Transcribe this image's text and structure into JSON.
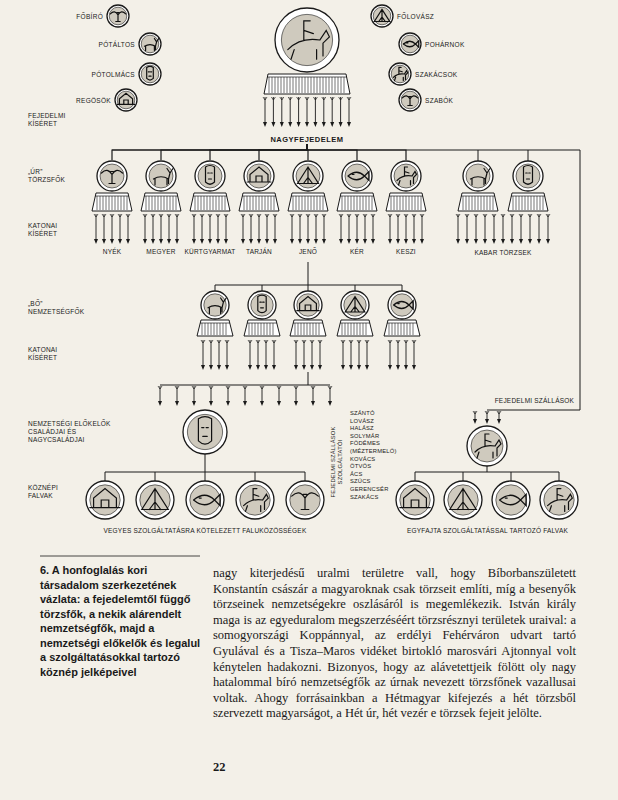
{
  "diagram": {
    "caption": "6. A honfoglalás kori társadalom szerkezetének vázlata: a fejedelemtől függő törzsfők, a nekik alárendelt nemzetségfők, majd a nemzetségi előkelők és legalul a szolgáltatásokkal tartozó köznép jelképeivel",
    "nodes": [
      {
        "text": [
          "NAGYFEJEDELEM"
        ]
      },
      {
        "text": [
          "FŐBÍRÓ"
        ]
      },
      {
        "text": [
          "PÓTÁLTOS"
        ]
      },
      {
        "text": [
          "PÓTOLMÁCS"
        ]
      },
      {
        "text": [
          "REGÖSÖK"
        ]
      },
      {
        "text": [
          "FŐLOVÁSZ"
        ]
      },
      {
        "text": [
          "POHÁRNOK"
        ]
      },
      {
        "text": [
          "SZAKÁCSOK"
        ]
      },
      {
        "text": [
          "SZABÓK"
        ]
      },
      {
        "text": [
          "NYÉK"
        ]
      },
      {
        "text": [
          "MEGYER"
        ]
      },
      {
        "text": [
          "KÜRTGYARMAT"
        ]
      },
      {
        "text": [
          "TARJÁN"
        ]
      },
      {
        "text": [
          "JENŐ"
        ]
      },
      {
        "text": [
          "KÉR"
        ]
      },
      {
        "text": [
          "KESZI"
        ]
      }
    ],
    "edges": [
      {
        "from": 0,
        "to": 9,
        "arrow": "none"
      },
      {
        "from": 0,
        "to": 10,
        "arrow": "none"
      },
      {
        "from": 0,
        "to": 11,
        "arrow": "none"
      },
      {
        "from": 0,
        "to": 12,
        "arrow": "none"
      },
      {
        "from": 0,
        "to": 13,
        "arrow": "none"
      },
      {
        "from": 0,
        "to": 14,
        "arrow": "none"
      },
      {
        "from": 0,
        "to": 15,
        "arrow": "none"
      }
    ],
    "labels": [
      "FEJEDELMI KÍSÉRET",
      "„ÚR” TÖRZSFŐK",
      "KATONAI KÍSÉRET",
      "KABAR TÖRZSEK",
      "„BŐ” NEMZETSÉGFŐK",
      "KATONAI KÍSÉRET",
      "NEMZETSÉGI ELŐKELŐK CSALÁDJAI ÉS NAGYCSALÁDJAI",
      "KÖZNÉPI FALVAK",
      "FEJEDELMI SZÁLLÁSOK",
      "FEJEDELMI SZÁLLÁSOK SZOLGÁLTATÓI",
      "SZÁNTÓ",
      "LOVÁSZ",
      "HALÁSZ",
      "SOLYMÁR",
      "FÖDÉMES",
      "(MÉZTERMELŐ)",
      "KOVÁCS",
      "ÖTVÖS",
      "ÁCS",
      "SZŰCS",
      "GERENCSÉR",
      "SZAKÁCS",
      "VEGYES SZOLGÁLTATÁSRA KÖTELEZETT FALUKÖZÖSSÉGEK",
      "EGYFAJTA SZOLGÁLTATÁSSAL TARTOZÓ FALVAK",
      "nagy kiterjedésű uralmi területre vall, hogy Bíborbanszületett Konstantín császár a magyaroknak csak törzseit említi, míg a besenyők törzseinek nemzetségekre oszlásáról is megemlékezik. István király maga is az egyeduralom megszerzéséért törzsrésznyi területek uraival: a somogyországi Koppánnyal, az erdélyi Fehérváron udvart tartó Gyulával és a Tisza–Maros vidéket birtokló marosvári Ajtonnyal volt kénytelen hadakozni. Bizonyos, hogy az alávetettjeik fölött oly nagy hatalommal bíró nemzetségfők az úrnak nevezett törzsfőnek vazallusai voltak. Ahogy forrásainkban a Hétmagyar kifejezés a hét törzsből szervezett magyarságot, a Hét úr, hét vezér e törzsek fejeit jelölte.",
      "22"
    ]
  }
}
